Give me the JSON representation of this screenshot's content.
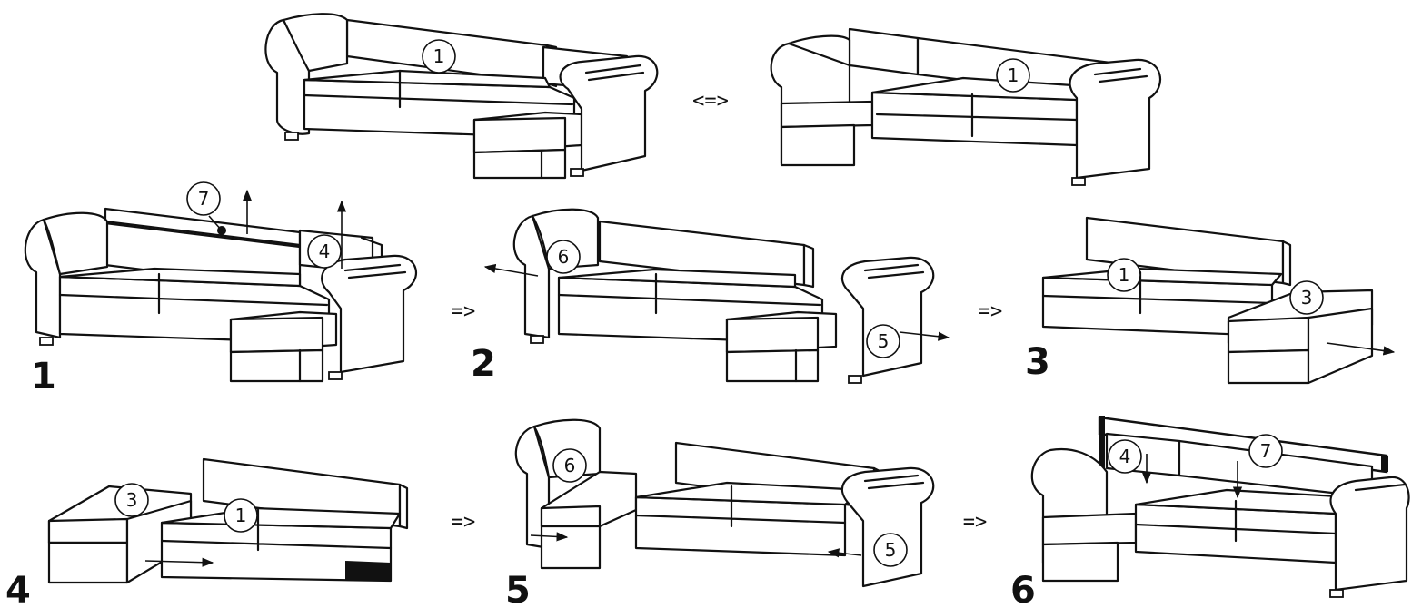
{
  "symbols": {
    "equivalent": "<=>",
    "next": "=>"
  },
  "step_labels": [
    "1",
    "2",
    "3",
    "4",
    "5",
    "6"
  ],
  "callouts": {
    "top_left_1": "1",
    "top_right_1": "1",
    "s1_7": "7",
    "s1_4": "4",
    "s2_6": "6",
    "s2_5": "5",
    "s3_1": "1",
    "s3_3": "3",
    "s4_3": "3",
    "s4_1": "1",
    "s5_6": "6",
    "s5_5": "5",
    "s6_4": "4",
    "s6_7": "7"
  }
}
